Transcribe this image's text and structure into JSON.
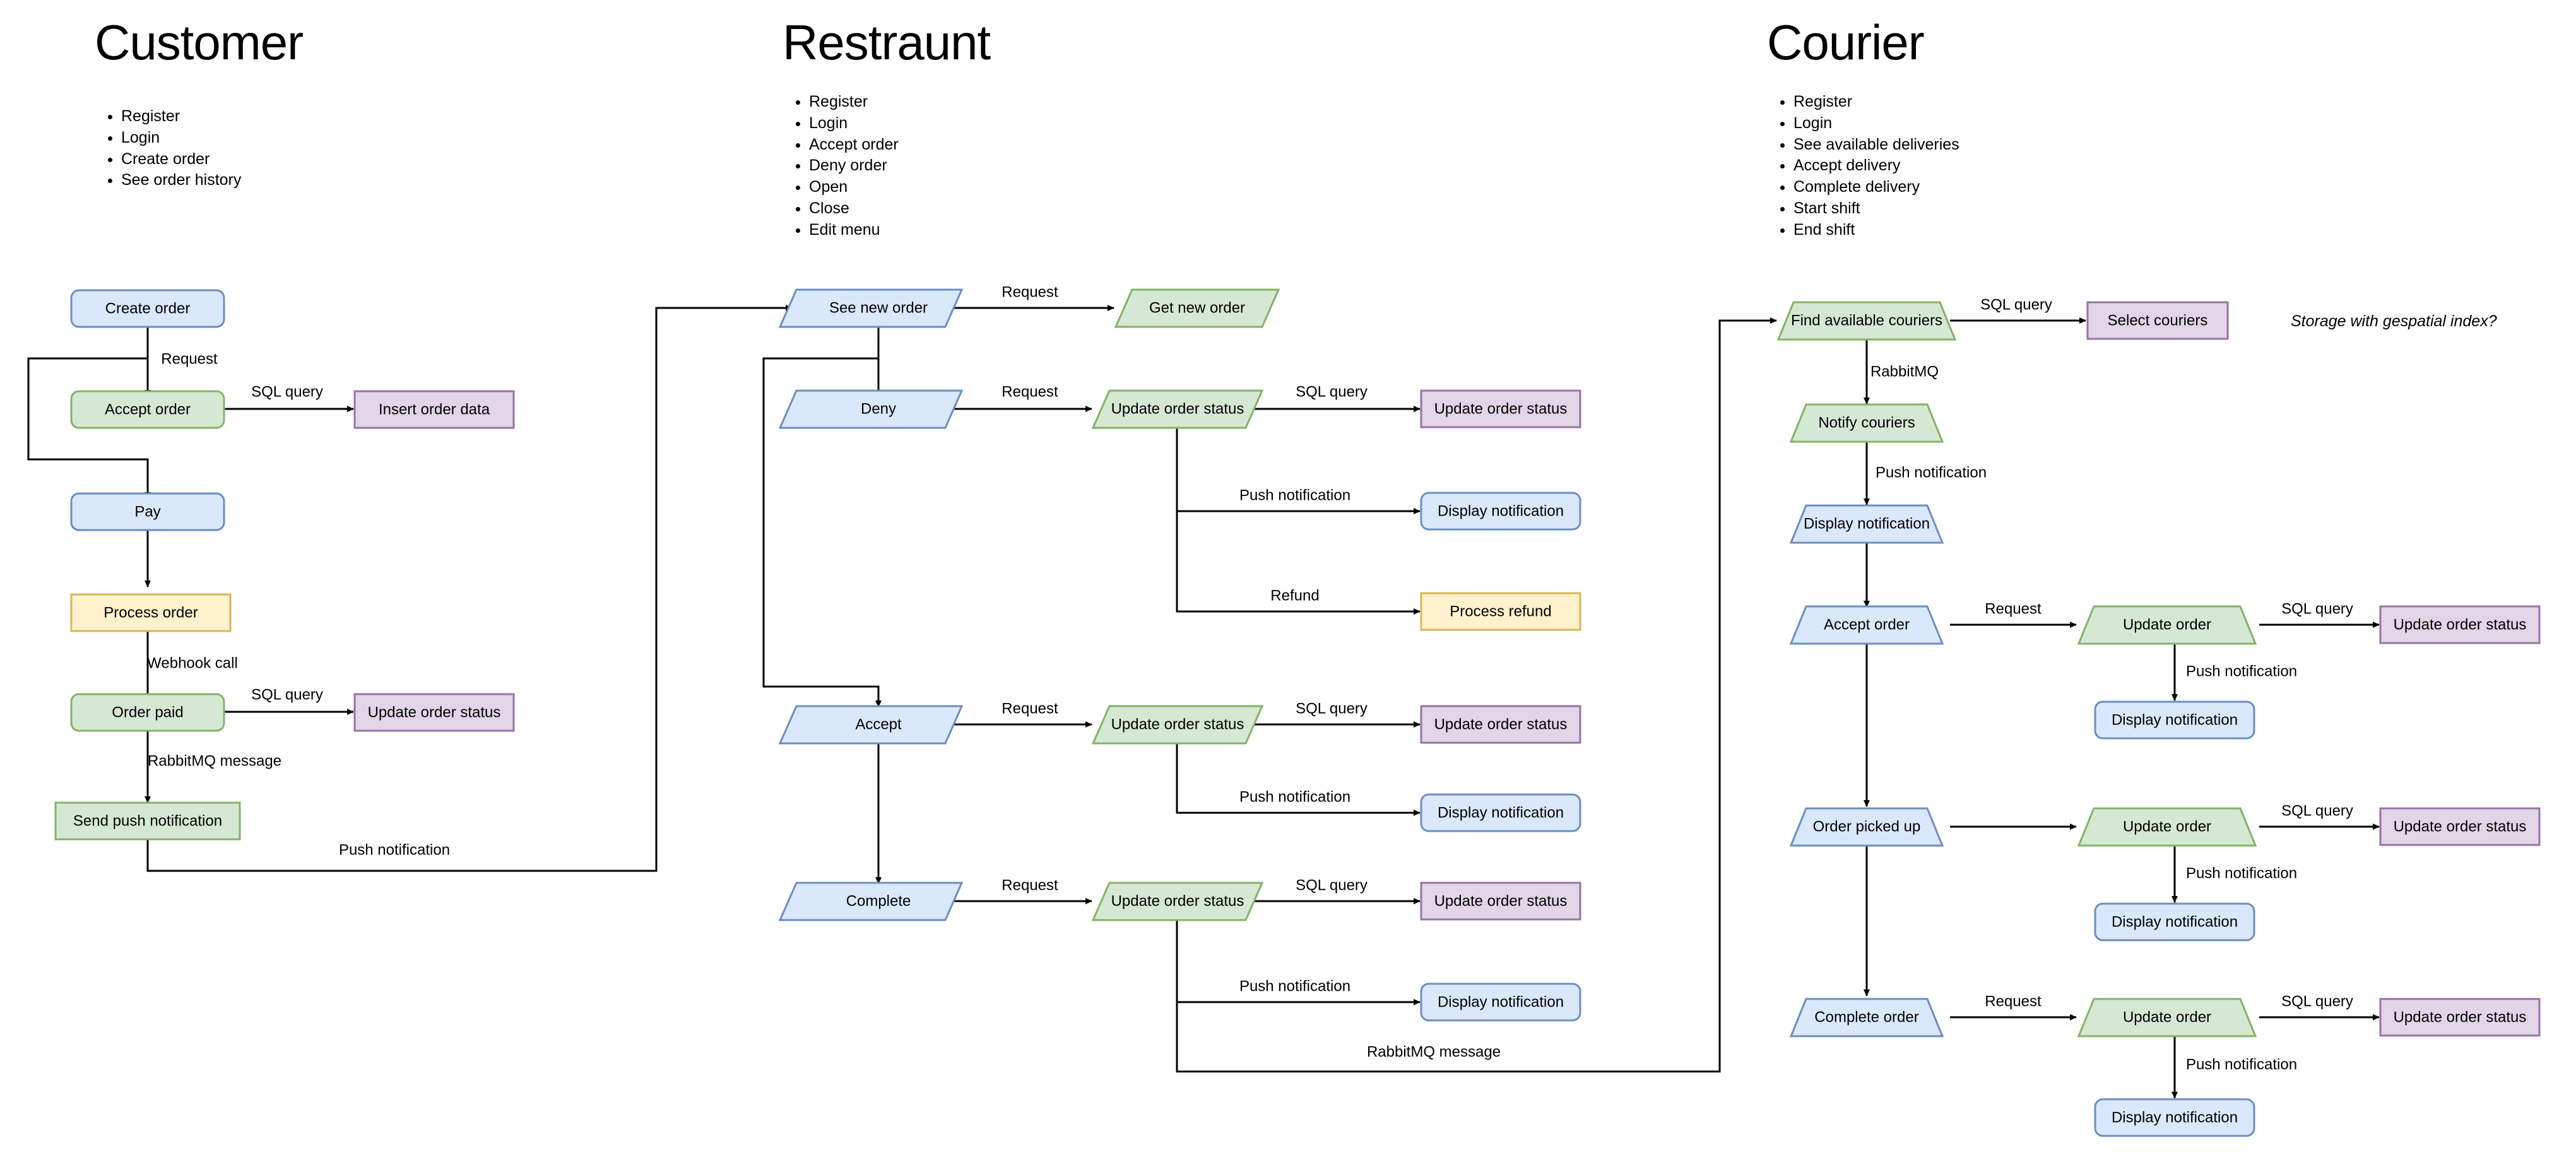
{
  "columns": [
    {
      "title": "Customer",
      "capabilities": [
        "Register",
        "Login",
        "Create order",
        "See order history"
      ]
    },
    {
      "title": "Restraunt",
      "capabilities": [
        "Register",
        "Login",
        "Accept order",
        "Deny order",
        "Open",
        "Close",
        "Edit menu"
      ]
    },
    {
      "title": "Courier",
      "capabilities": [
        "Register",
        "Login",
        "See available deliveries",
        "Accept delivery",
        "Complete delivery",
        "Start shift",
        "End shift"
      ]
    }
  ],
  "annotations": [
    {
      "text": "Storage with gespatial index?"
    }
  ],
  "palette": {
    "blue_fill": "#dae8fc",
    "blue_stroke": "#6c8ebf",
    "green_fill": "#d5e8d4",
    "green_stroke": "#82b366",
    "purple_fill": "#e1d5e7",
    "purple_stroke": "#9673a6",
    "yellow_fill": "#fff2cc",
    "yellow_stroke": "#d6b656",
    "edge": "#000000"
  },
  "nodes": {
    "cust_create_order": "Create order",
    "cust_accept_order": "Accept order",
    "cust_insert_order_data": "Insert order data",
    "cust_pay": "Pay",
    "cust_process_order": "Process order",
    "cust_order_paid": "Order paid",
    "cust_update_order_status": "Update order status",
    "cust_send_push": "Send push notification",
    "rest_see_new_order": "See new order",
    "rest_get_new_order": "Get new order",
    "rest_deny": "Deny",
    "rest_deny_update_status": "Update order status",
    "rest_deny_db_status": "Update order status",
    "rest_deny_display_notif": "Display notification",
    "rest_process_refund": "Process refund",
    "rest_accept": "Accept",
    "rest_accept_update_status": "Update order status",
    "rest_accept_db_status": "Update order status",
    "rest_accept_display_notif": "Display notification",
    "rest_complete": "Complete",
    "rest_complete_update_status": "Update order status",
    "rest_complete_db_status": "Update order status",
    "rest_complete_display_notif": "Display notification",
    "cour_find_couriers": "Find available couriers",
    "cour_select_couriers": "Select couriers",
    "cour_notify_couriers": "Notify couriers",
    "cour_display_notif_top": "Display notification",
    "cour_accept_order": "Accept order",
    "cour_accept_update_order": "Update order",
    "cour_accept_db_status": "Update order status",
    "cour_accept_display_notif": "Display notification",
    "cour_picked_up": "Order picked up",
    "cour_picked_update_order": "Update order",
    "cour_picked_db_status": "Update order status",
    "cour_picked_display_notif": "Display notification",
    "cour_complete_order": "Complete order",
    "cour_complete_update_order": "Update order",
    "cour_complete_db_status": "Update order status",
    "cour_complete_display_notif": "Display notification"
  },
  "edge_labels": {
    "cust_request": "Request",
    "cust_sql_insert": "SQL query",
    "cust_webhook": "Webhook call",
    "cust_sql_update": "SQL query",
    "cust_rabbit": "RabbitMQ message",
    "cust_push_to_rest": "Push notification",
    "rest_request_get": "Request",
    "rest_deny_request": "Request",
    "rest_deny_sql": "SQL query",
    "rest_deny_push": "Push notification",
    "rest_refund": "Refund",
    "rest_accept_request": "Request",
    "rest_accept_sql": "SQL query",
    "rest_accept_push": "Push notification",
    "rest_complete_request": "Request",
    "rest_complete_sql": "SQL query",
    "rest_complete_push": "Push notification",
    "rest_rabbit_to_courier": "RabbitMQ message",
    "cour_sql_select": "SQL query",
    "cour_rabbit": "RabbitMQ",
    "cour_push_display": "Push notification",
    "cour_accept_request": "Request",
    "cour_accept_sql": "SQL query",
    "cour_accept_push": "Push notification",
    "cour_picked_sql": "SQL query",
    "cour_picked_push": "Push notification",
    "cour_complete_request": "Request",
    "cour_complete_sql": "SQL query",
    "cour_complete_push": "Push notification"
  }
}
